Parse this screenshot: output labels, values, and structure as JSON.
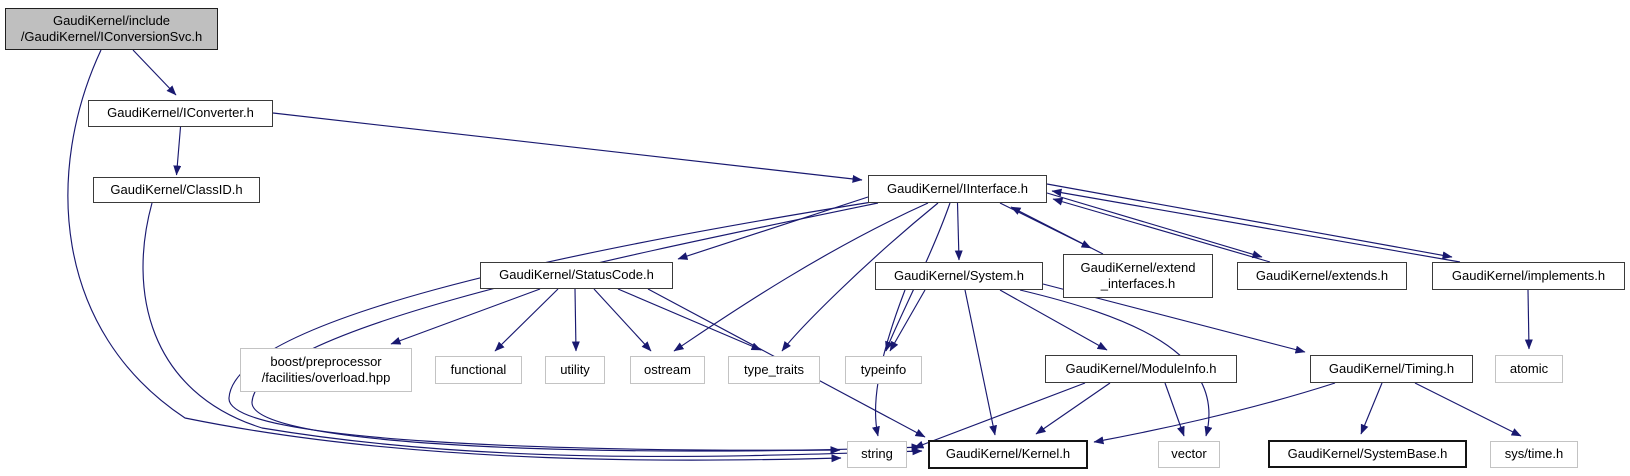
{
  "diagram": {
    "kind": "doxygen-include-dependency-graph",
    "colors": {
      "edge": "#191970",
      "root_fill": "#bfbfbf",
      "internal_border": "#3a3a3a",
      "external_border": "#c3c3c3",
      "background": "#ffffff"
    },
    "nodes": [
      {
        "id": "root",
        "label": "GaudiKernel/include\n/GaudiKernel/IConversionSvc.h",
        "type": "root"
      },
      {
        "id": "iconverter",
        "label": "GaudiKernel/IConverter.h",
        "type": "internal"
      },
      {
        "id": "classid",
        "label": "GaudiKernel/ClassID.h",
        "type": "internal"
      },
      {
        "id": "iinterface",
        "label": "GaudiKernel/IInterface.h",
        "type": "internal"
      },
      {
        "id": "statuscode",
        "label": "GaudiKernel/StatusCode.h",
        "type": "internal"
      },
      {
        "id": "system",
        "label": "GaudiKernel/System.h",
        "type": "internal"
      },
      {
        "id": "extend_interfaces",
        "label": "GaudiKernel/extend\n_interfaces.h",
        "type": "internal"
      },
      {
        "id": "extends",
        "label": "GaudiKernel/extends.h",
        "type": "internal"
      },
      {
        "id": "implements",
        "label": "GaudiKernel/implements.h",
        "type": "internal"
      },
      {
        "id": "boost_overload",
        "label": "boost/preprocessor\n/facilities/overload.hpp",
        "type": "external"
      },
      {
        "id": "functional",
        "label": "functional",
        "type": "external"
      },
      {
        "id": "utility",
        "label": "utility",
        "type": "external"
      },
      {
        "id": "ostream",
        "label": "ostream",
        "type": "external"
      },
      {
        "id": "type_traits",
        "label": "type_traits",
        "type": "external"
      },
      {
        "id": "typeinfo",
        "label": "typeinfo",
        "type": "external"
      },
      {
        "id": "moduleinfo",
        "label": "GaudiKernel/ModuleInfo.h",
        "type": "internal"
      },
      {
        "id": "timing",
        "label": "GaudiKernel/Timing.h",
        "type": "internal"
      },
      {
        "id": "atomic",
        "label": "atomic",
        "type": "external"
      },
      {
        "id": "string",
        "label": "string",
        "type": "external"
      },
      {
        "id": "kernel",
        "label": "GaudiKernel/Kernel.h",
        "type": "internal-bold"
      },
      {
        "id": "vector",
        "label": "vector",
        "type": "external"
      },
      {
        "id": "systembase",
        "label": "GaudiKernel/SystemBase.h",
        "type": "internal-bold"
      },
      {
        "id": "sys_time",
        "label": "sys/time.h",
        "type": "external"
      }
    ],
    "edges": [
      {
        "from": "root",
        "to": "iconverter"
      },
      {
        "from": "root",
        "to": "string"
      },
      {
        "from": "iconverter",
        "to": "classid"
      },
      {
        "from": "iconverter",
        "to": "iinterface"
      },
      {
        "from": "classid",
        "to": "kernel"
      },
      {
        "from": "iinterface",
        "to": "statuscode"
      },
      {
        "from": "iinterface",
        "to": "system"
      },
      {
        "from": "iinterface",
        "to": "extend_interfaces"
      },
      {
        "from": "extend_interfaces",
        "to": "iinterface"
      },
      {
        "from": "iinterface",
        "to": "extends"
      },
      {
        "from": "extends",
        "to": "iinterface"
      },
      {
        "from": "iinterface",
        "to": "implements"
      },
      {
        "from": "implements",
        "to": "iinterface"
      },
      {
        "from": "iinterface",
        "to": "ostream"
      },
      {
        "from": "iinterface",
        "to": "type_traits"
      },
      {
        "from": "iinterface",
        "to": "typeinfo"
      },
      {
        "from": "iinterface",
        "to": "string"
      },
      {
        "from": "iinterface",
        "to": "kernel"
      },
      {
        "from": "statuscode",
        "to": "boost_overload"
      },
      {
        "from": "statuscode",
        "to": "functional"
      },
      {
        "from": "statuscode",
        "to": "utility"
      },
      {
        "from": "statuscode",
        "to": "ostream"
      },
      {
        "from": "statuscode",
        "to": "type_traits"
      },
      {
        "from": "statuscode",
        "to": "kernel"
      },
      {
        "from": "system",
        "to": "typeinfo"
      },
      {
        "from": "system",
        "to": "string"
      },
      {
        "from": "system",
        "to": "kernel"
      },
      {
        "from": "system",
        "to": "moduleinfo"
      },
      {
        "from": "system",
        "to": "timing"
      },
      {
        "from": "system",
        "to": "vector"
      },
      {
        "from": "moduleinfo",
        "to": "string"
      },
      {
        "from": "moduleinfo",
        "to": "kernel"
      },
      {
        "from": "moduleinfo",
        "to": "vector"
      },
      {
        "from": "timing",
        "to": "kernel"
      },
      {
        "from": "timing",
        "to": "systembase"
      },
      {
        "from": "timing",
        "to": "sys_time"
      },
      {
        "from": "implements",
        "to": "atomic"
      }
    ]
  }
}
